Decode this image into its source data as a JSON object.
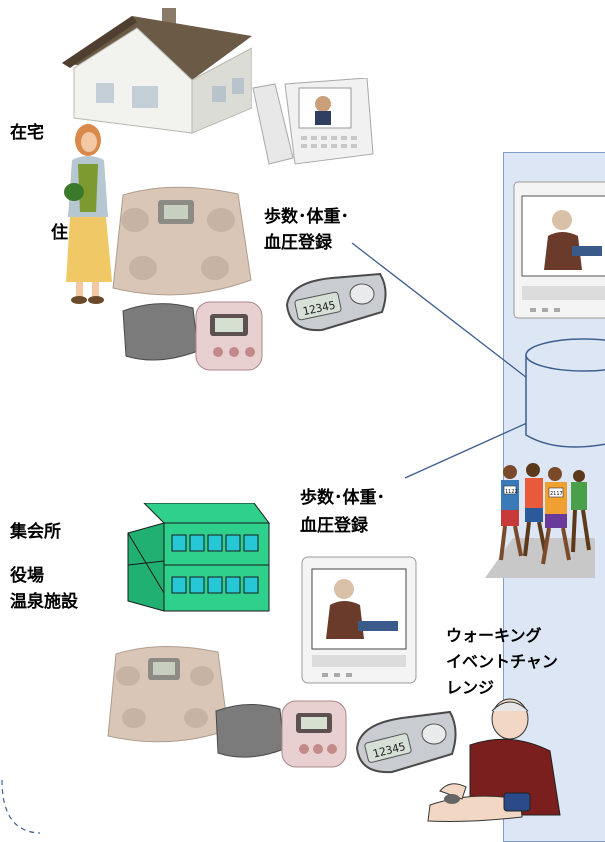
{
  "labels": {
    "zaitaku": "在宅",
    "jumin": "住民",
    "register_top_line1": "歩数･体重･",
    "register_top_line2": "血圧登録",
    "register_mid_line1": "歩数･体重･",
    "register_mid_line2": "血圧登録",
    "shukaisho": "集会所",
    "yakuba": "役場",
    "onsen": "温泉施設",
    "walking_line1": "ウォーキング",
    "walking_line2": "イベントチャン",
    "walking_line3": "レンジ",
    "pedometer_digits": "12345",
    "runner_bib_1": "1122",
    "runner_bib_2": "2117"
  },
  "colors": {
    "panel_fill": "#dce6f4",
    "panel_border": "#7f9fca",
    "connector": "#3d5f8f",
    "house_roof": "#6b5a45",
    "building_green": "#2fd08c",
    "building_windows": "#27c8d6",
    "scale_body": "#d9c6b6",
    "pedometer_body": "#c9ccd0"
  },
  "icons": [
    "house-icon",
    "videophone-icon",
    "resident-woman-icon",
    "body-scale-icon",
    "blood-pressure-monitor-icon",
    "pedometer-icon",
    "terminal-monitor-icon",
    "database-cylinder-icon",
    "runners-icon",
    "community-building-icon",
    "elderly-man-bp-icon"
  ]
}
